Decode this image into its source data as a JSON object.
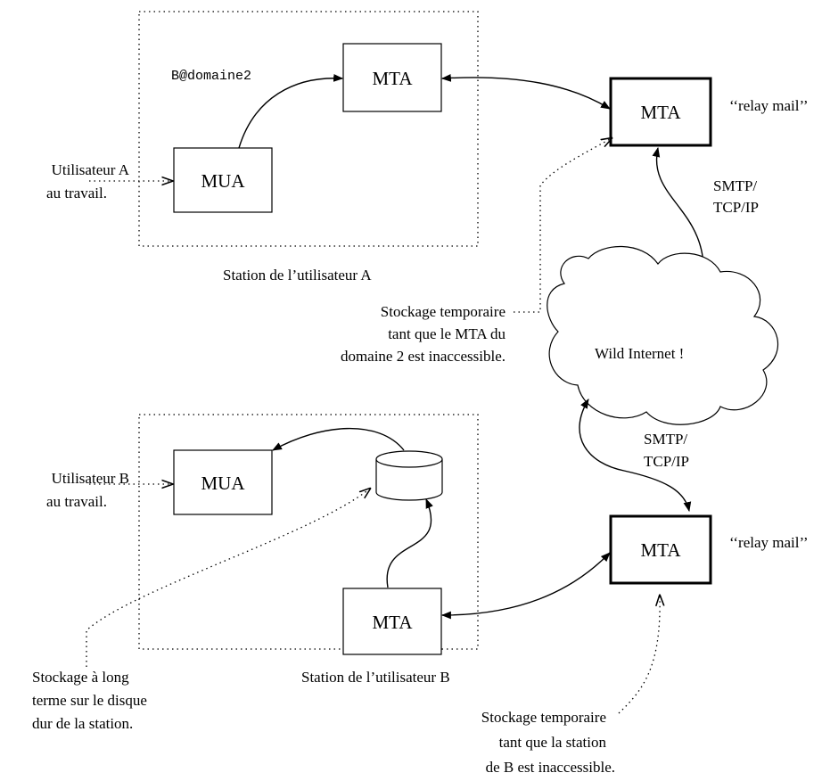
{
  "station_a": {
    "group_label": "Station de l’utilisateur A",
    "mua_label": "MUA",
    "mta_label": "MTA",
    "address": "B@domaine2",
    "user_line1": "Utilisateur A",
    "user_line2": "au travail."
  },
  "relay_top": {
    "mta_label": "MTA",
    "relay_label": "‘‘relay mail’’"
  },
  "protocol_top": {
    "line1": "SMTP/",
    "line2": "TCP/IP"
  },
  "internet": {
    "label": "Wild Internet !"
  },
  "temp_storage_a": {
    "line1": "Stockage temporaire",
    "line2": "tant que le MTA du",
    "line3": "domaine 2 est inaccessible."
  },
  "protocol_bottom": {
    "line1": "SMTP/",
    "line2": "TCP/IP"
  },
  "station_b": {
    "group_label": "Station de l’utilisateur B",
    "mua_label": "MUA",
    "mta_label": "MTA",
    "user_line1": "Utilisateur B",
    "user_line2": "au travail."
  },
  "relay_bottom": {
    "mta_label": "MTA",
    "relay_label": "‘‘relay mail’’"
  },
  "long_storage": {
    "line1": "Stockage à long",
    "line2": "terme sur le disque",
    "line3": "dur de la station."
  },
  "temp_storage_b": {
    "line1": "Stockage temporaire",
    "line2": "tant que la station",
    "line3": "de B est inaccessible."
  }
}
